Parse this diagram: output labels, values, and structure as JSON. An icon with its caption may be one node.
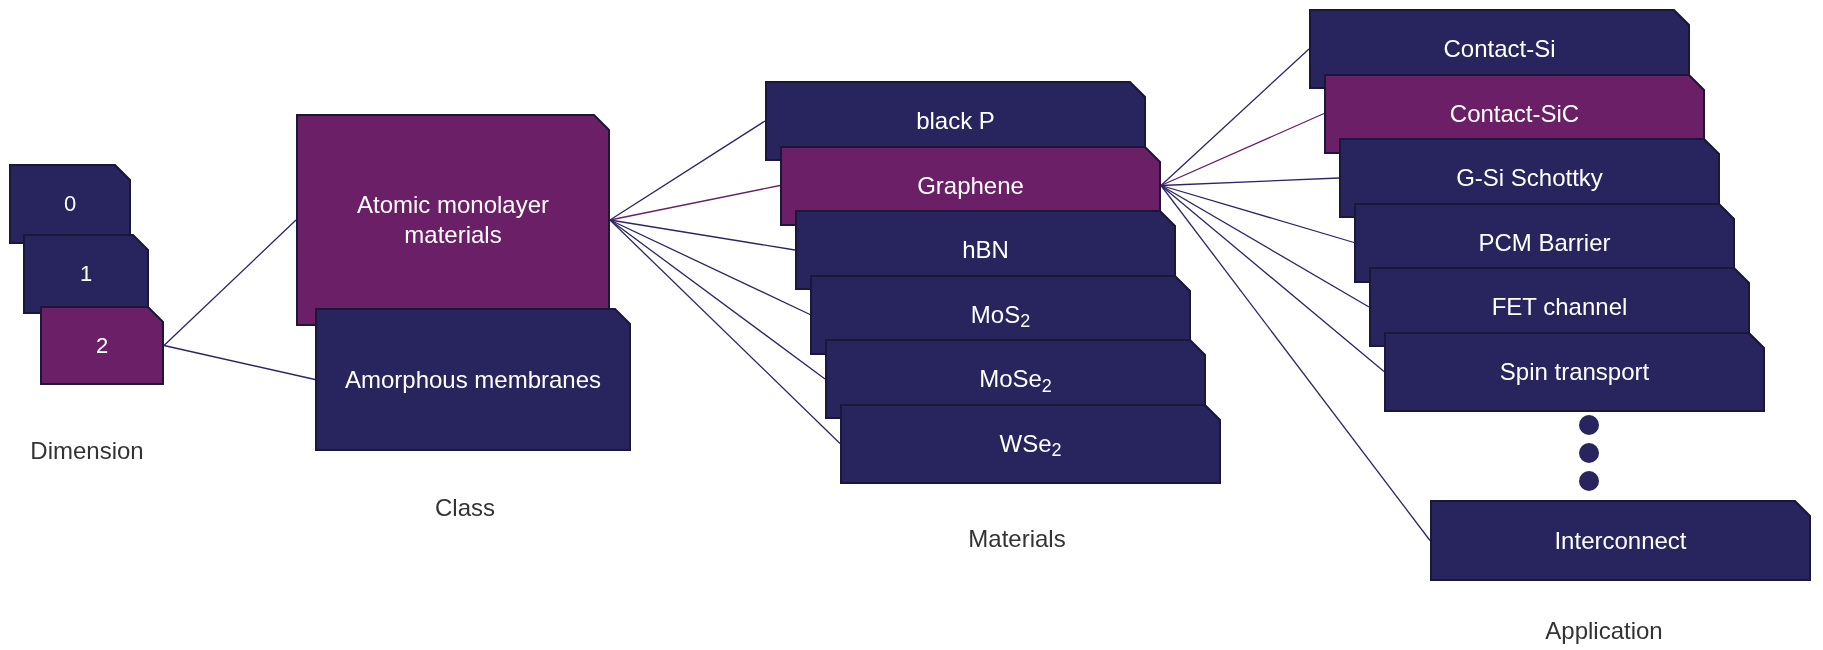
{
  "diagram": {
    "nodes": [
      {
        "text": [
          "0"
        ]
      },
      {
        "text": [
          "1"
        ]
      },
      {
        "text": [
          "2"
        ]
      },
      {
        "text": [
          "Atomic monolayer materials"
        ]
      },
      {
        "text": [
          "Amorphous membranes"
        ]
      },
      {
        "text": [
          "black P"
        ]
      },
      {
        "text": [
          "Graphene"
        ]
      },
      {
        "text": [
          "hBN"
        ]
      },
      {
        "text": [
          "MoS$_{2}$"
        ]
      },
      {
        "text": [
          "MoSe$_{2}$"
        ]
      },
      {
        "text": [
          "WSe$_{2}$"
        ]
      },
      {
        "text": [
          "Contact-Si"
        ]
      },
      {
        "text": [
          "Contact-SiC"
        ]
      },
      {
        "text": [
          "G-Si Schottky"
        ]
      },
      {
        "text": [
          "PCM Barrier"
        ]
      },
      {
        "text": [
          "FET channel"
        ]
      },
      {
        "text": [
          "Spin transport"
        ]
      },
      {
        "text": [
          "Interconnect"
        ]
      }
    ],
    "edges": [
      {
        "from": 2,
        "to": 3,
        "arrow": "none"
      },
      {
        "from": 2,
        "to": 4,
        "arrow": "none"
      },
      {
        "from": 3,
        "to": 5,
        "arrow": "none"
      },
      {
        "from": 3,
        "to": 6,
        "arrow": "none",
        "color": "#6b1f66"
      },
      {
        "from": 3,
        "to": 7,
        "arrow": "none"
      },
      {
        "from": 3,
        "to": 8,
        "arrow": "none"
      },
      {
        "from": 3,
        "to": 9,
        "arrow": "none"
      },
      {
        "from": 3,
        "to": 10,
        "arrow": "none"
      },
      {
        "from": 6,
        "to": 11,
        "arrow": "none"
      },
      {
        "from": 6,
        "to": 12,
        "arrow": "none",
        "color": "#6b1f66"
      },
      {
        "from": 6,
        "to": 13,
        "arrow": "none"
      },
      {
        "from": 6,
        "to": 14,
        "arrow": "none"
      },
      {
        "from": 6,
        "to": 15,
        "arrow": "none"
      },
      {
        "from": 6,
        "to": 16,
        "arrow": "none"
      },
      {
        "from": 6,
        "to": 17,
        "arrow": "none"
      }
    ],
    "labels": [
      "Dimension",
      "Class",
      "Materials",
      "Application"
    ]
  }
}
